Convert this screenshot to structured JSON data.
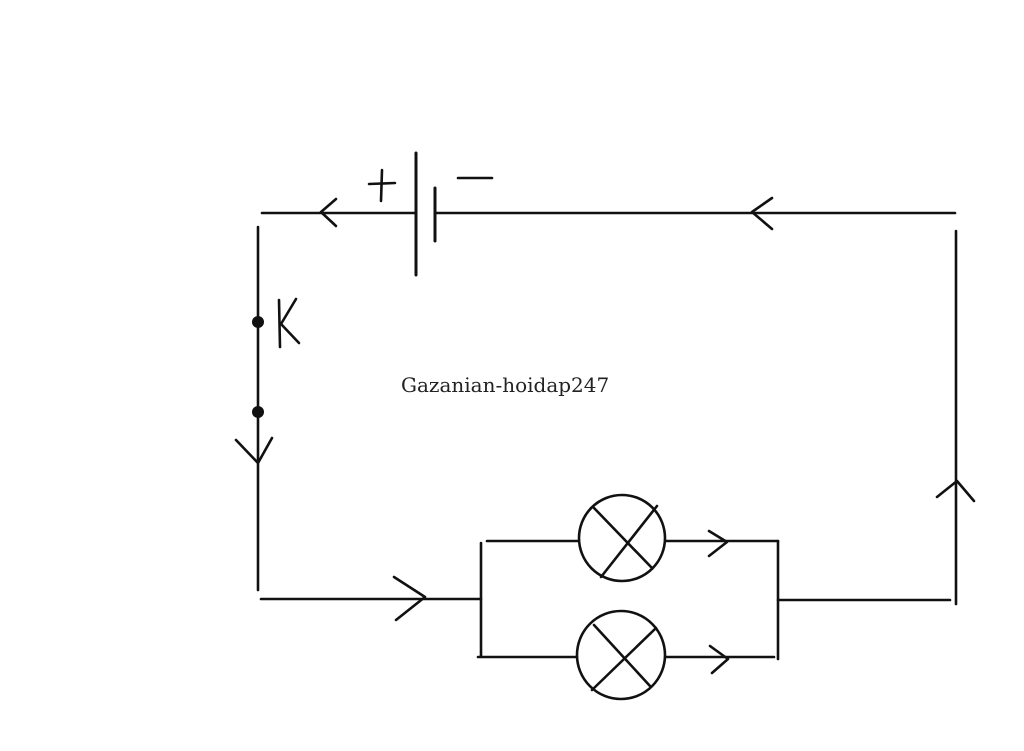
{
  "watermark": "Gazanian-hoidap247",
  "labels": {
    "switch": "K"
  },
  "colors": {
    "ink": "#111111",
    "background": "#ffffff"
  },
  "components": {
    "battery": {
      "terminals": [
        "+",
        "-"
      ]
    },
    "switch": {
      "name": "K"
    },
    "lamps": 2,
    "lamp_arrangement": "parallel"
  }
}
